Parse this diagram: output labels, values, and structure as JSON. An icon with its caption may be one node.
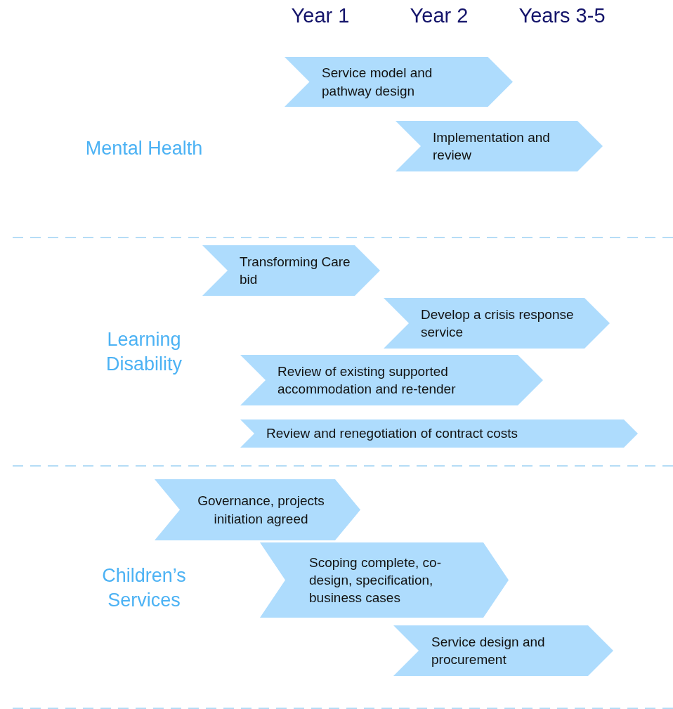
{
  "diagram": {
    "nodes": [
      {
        "text": [
          "Service model and pathway design"
        ]
      },
      {
        "text": [
          "Implementation and review"
        ]
      },
      {
        "text": [
          "Transforming Care bid"
        ]
      },
      {
        "text": [
          "Develop a crisis response service"
        ]
      },
      {
        "text": [
          "Review of existing supported accommodation and re-tender"
        ]
      },
      {
        "text": [
          "Review and renegotiation of contract costs"
        ]
      },
      {
        "text": [
          "Governance, projects initiation agreed"
        ]
      },
      {
        "text": [
          "Scoping complete, co-design, specification, business cases"
        ]
      },
      {
        "text": [
          "Service design and procurement"
        ]
      }
    ],
    "labels": [
      "Year 1",
      "Year 2",
      "Years 3-5",
      "Mental Health",
      "Learning Disability",
      "Children’s Services"
    ]
  }
}
